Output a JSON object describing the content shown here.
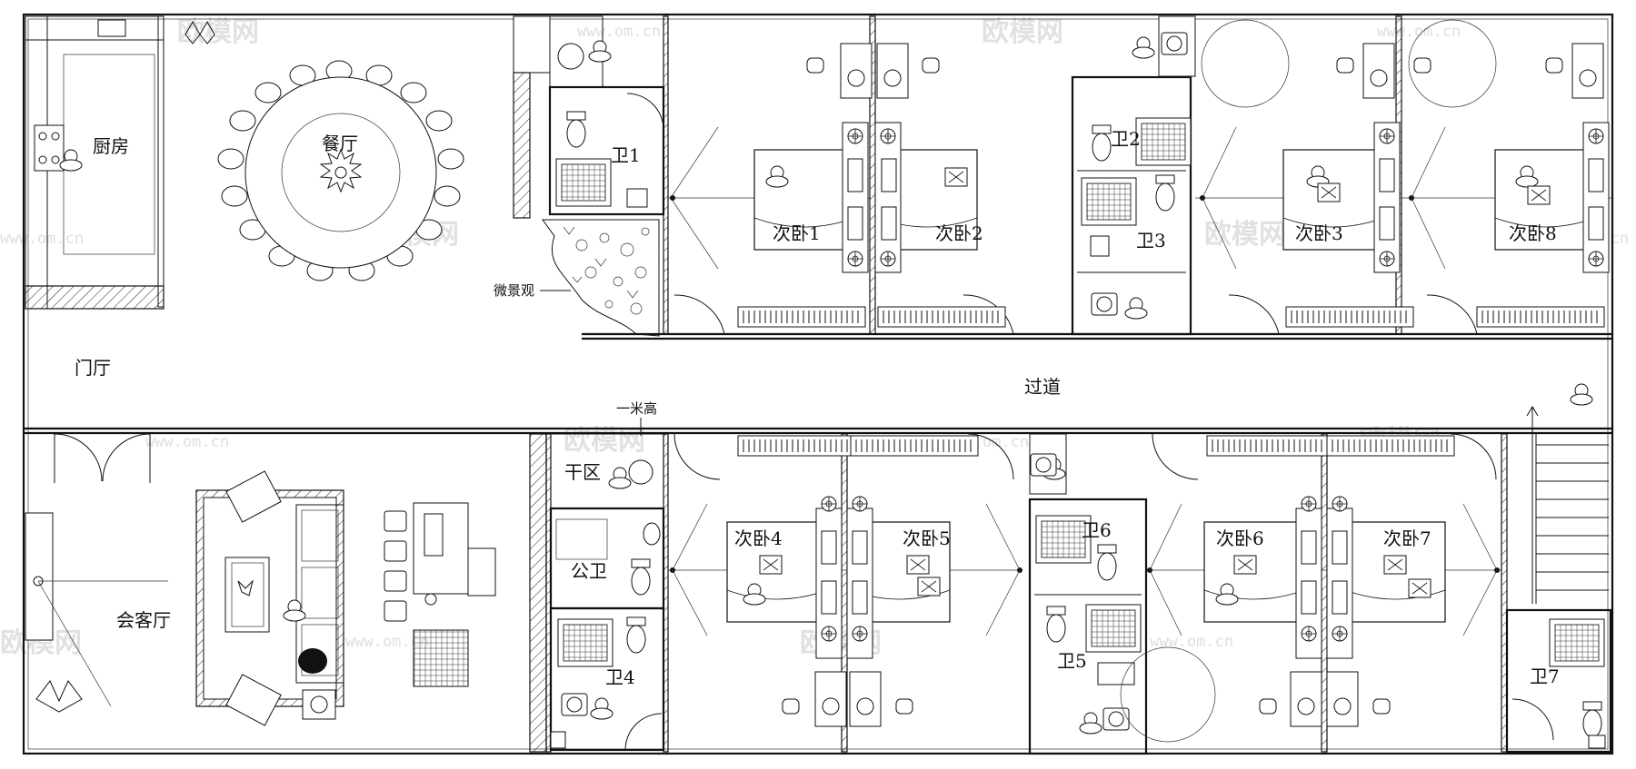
{
  "rooms": {
    "kitchen": "厨房",
    "dining": "餐厅",
    "foyer": "门厅",
    "corridor": "过道",
    "living": "会客厅",
    "bath1": "卫1",
    "bath2": "卫2",
    "bath3": "卫3",
    "bath4": "卫4",
    "bath5": "卫5",
    "bath6": "卫6",
    "bath7": "卫7",
    "public_bath": "公卫",
    "dry_zone": "干区",
    "bed1": "次卧1",
    "bed2": "次卧2",
    "bed3": "次卧3",
    "bed4": "次卧4",
    "bed5": "次卧5",
    "bed6": "次卧6",
    "bed7": "次卧7",
    "bed8": "次卧8"
  },
  "annotations": {
    "micro_landscape": "微景观",
    "one_meter_high": "一米高"
  },
  "watermark": {
    "brand": "欧模网",
    "url": "www.om.cn"
  },
  "colors": {
    "line": "#111111",
    "background": "#ffffff",
    "watermark": "#c9c9c9"
  }
}
